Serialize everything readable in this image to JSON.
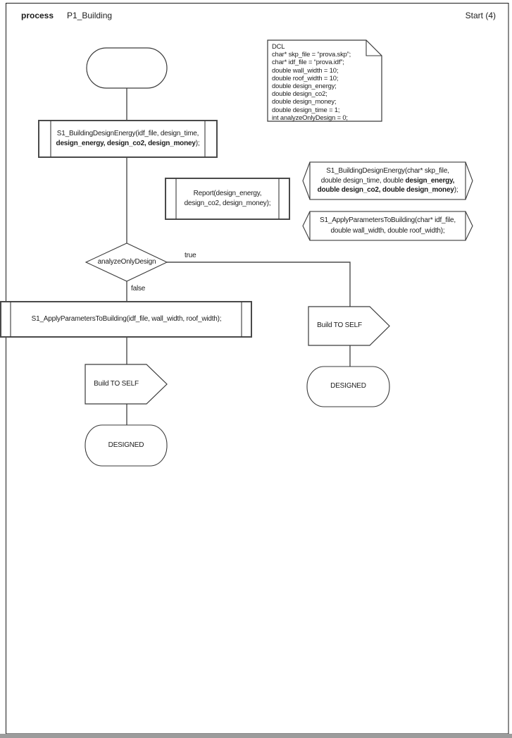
{
  "header": {
    "kind_label": "process",
    "process_name": "P1_Building",
    "page_ref": "Start (4)"
  },
  "dcl": {
    "lines": [
      "DCL",
      "char* skp_file = “prova.skp”;",
      "char* idf_file = “prova.idf”;",
      "double wall_width = 10;",
      "double roof_width = 10;",
      "double design_energy;",
      "double design_co2;",
      "double design_money;",
      "double design_time = 1;",
      "int analyzeOnlyDesign = 0;"
    ]
  },
  "nodes": {
    "process1": {
      "line1": "S1_BuildingDesignEnergy(idf_file, design_time,",
      "line2_bold": "design_energy, design_co2, design_money",
      "line2_tail": ");"
    },
    "report": {
      "line1": "Report(design_energy,",
      "line2": "design_co2, design_money);"
    },
    "decl_energy": {
      "line1": "S1_BuildingDesignEnergy(char* skp_file,",
      "line2_normal": "double design_time, double ",
      "line2_bold": "design_energy,",
      "line3_bold": "double design_co2, double design_money",
      "line3_tail": ");"
    },
    "decl_apply": {
      "line1": "S1_ApplyParametersToBuilding(char* idf_file,",
      "line2": "double wall_width, double roof_width);"
    },
    "decision": {
      "label": "analyzeOnlyDesign",
      "true_label": "true",
      "false_label": "false"
    },
    "process2": {
      "label": "S1_ApplyParametersToBuilding(idf_file, wall_width, roof_width);"
    },
    "build_left": {
      "label": "Build TO SELF"
    },
    "designed_left": {
      "label": "DESIGNED"
    },
    "build_right": {
      "label": "Build TO SELF"
    },
    "designed_right": {
      "label": "DESIGNED"
    }
  },
  "colors": {
    "shape_stroke": "#3a3a3a",
    "wire_stroke": "#4d4d4d",
    "page_border": "#1a1a1a",
    "bottom_bar": "#9c9c9c",
    "text": "#1c1c1c"
  }
}
